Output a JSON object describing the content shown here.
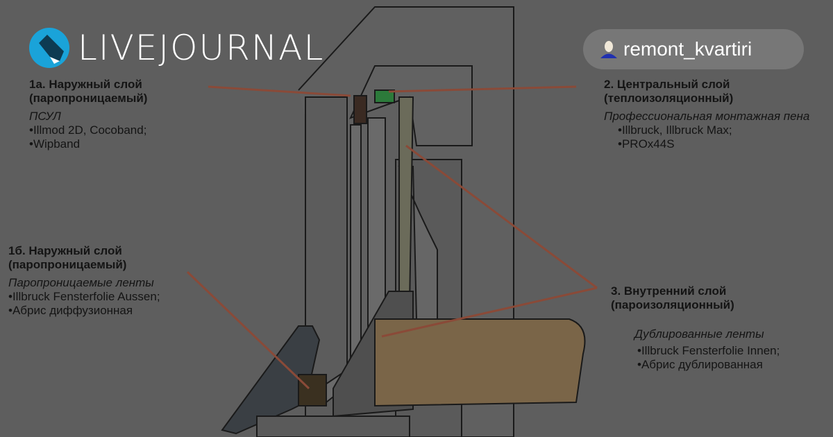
{
  "diagram": {
    "label_1a": {
      "title": "1а. Наружный слой",
      "subtitle": "(паропроницаемый)",
      "type": "ПСУЛ",
      "items": [
        "•Illmod 2D, Cocoband;",
        "•Wipband"
      ]
    },
    "label_2": {
      "title": "2. Центральный слой",
      "subtitle": "(теплоизоляционный)",
      "type": "Профессиональная монтажная пена",
      "items": [
        "•Illbruck, Illbruck Max;",
        "•PROx44S"
      ]
    },
    "label_1b": {
      "title": "1б. Наружный слой",
      "subtitle": "(паропроницаемый)",
      "type": "Паропроницаемые ленты",
      "items": [
        "•Illbruck Fensterfolie Aussen;",
        "•Абрис диффузионная"
      ]
    },
    "label_3": {
      "title": "3. Внутренний слой",
      "subtitle": "(пароизоляционный)",
      "type": "Дублированные ленты",
      "items": [
        "•Illbruck Fensterfolie Innen;",
        "•Абрис дублированная"
      ]
    }
  },
  "brand": {
    "name": "LIVEJOURNAL",
    "accent": "#1aa3d9"
  },
  "user": {
    "username": "remont_kvartiri"
  }
}
